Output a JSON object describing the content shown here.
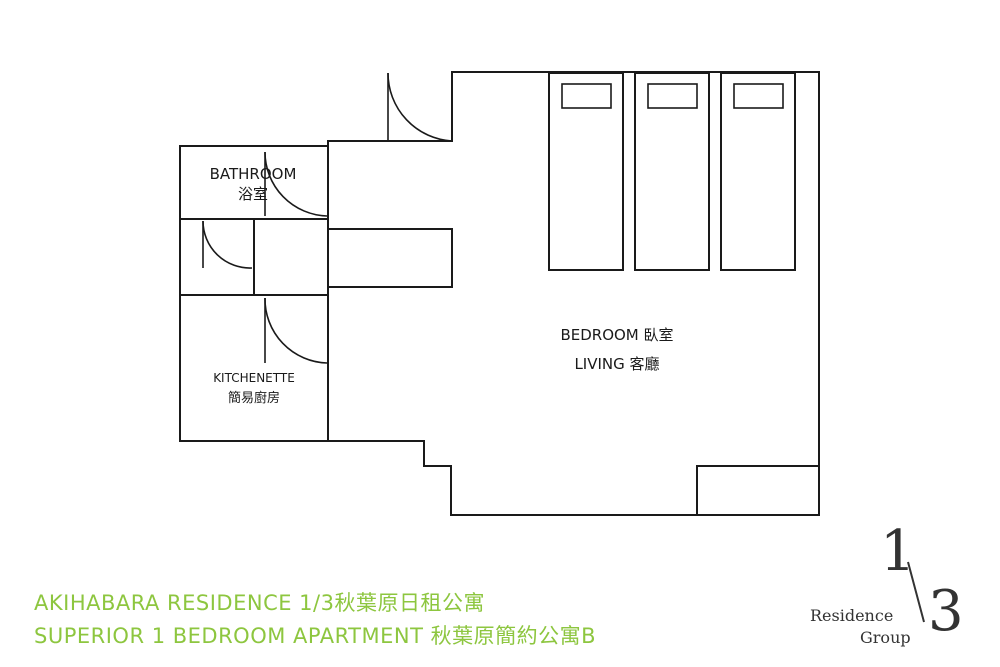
{
  "rooms": {
    "bathroom": {
      "en": "BATHROOM",
      "zh": "浴室"
    },
    "kitchenette": {
      "en": "KITCHENETTE",
      "zh": "簡易廚房"
    },
    "bedroom": {
      "line1": "BEDROOM 臥室",
      "line2": "LIVING 客廳"
    }
  },
  "caption": {
    "line1": "AKIHABARA RESIDENCE  1/3秋葉原日租公寓",
    "line2": "SUPERIOR 1 BEDROOM APARTMENT   秋葉原簡約公寓B",
    "color": "#8dc63f"
  },
  "logo": {
    "numerator": "1",
    "slash": "/",
    "denominator": "3",
    "word1": "Residence",
    "word2": "Group"
  }
}
